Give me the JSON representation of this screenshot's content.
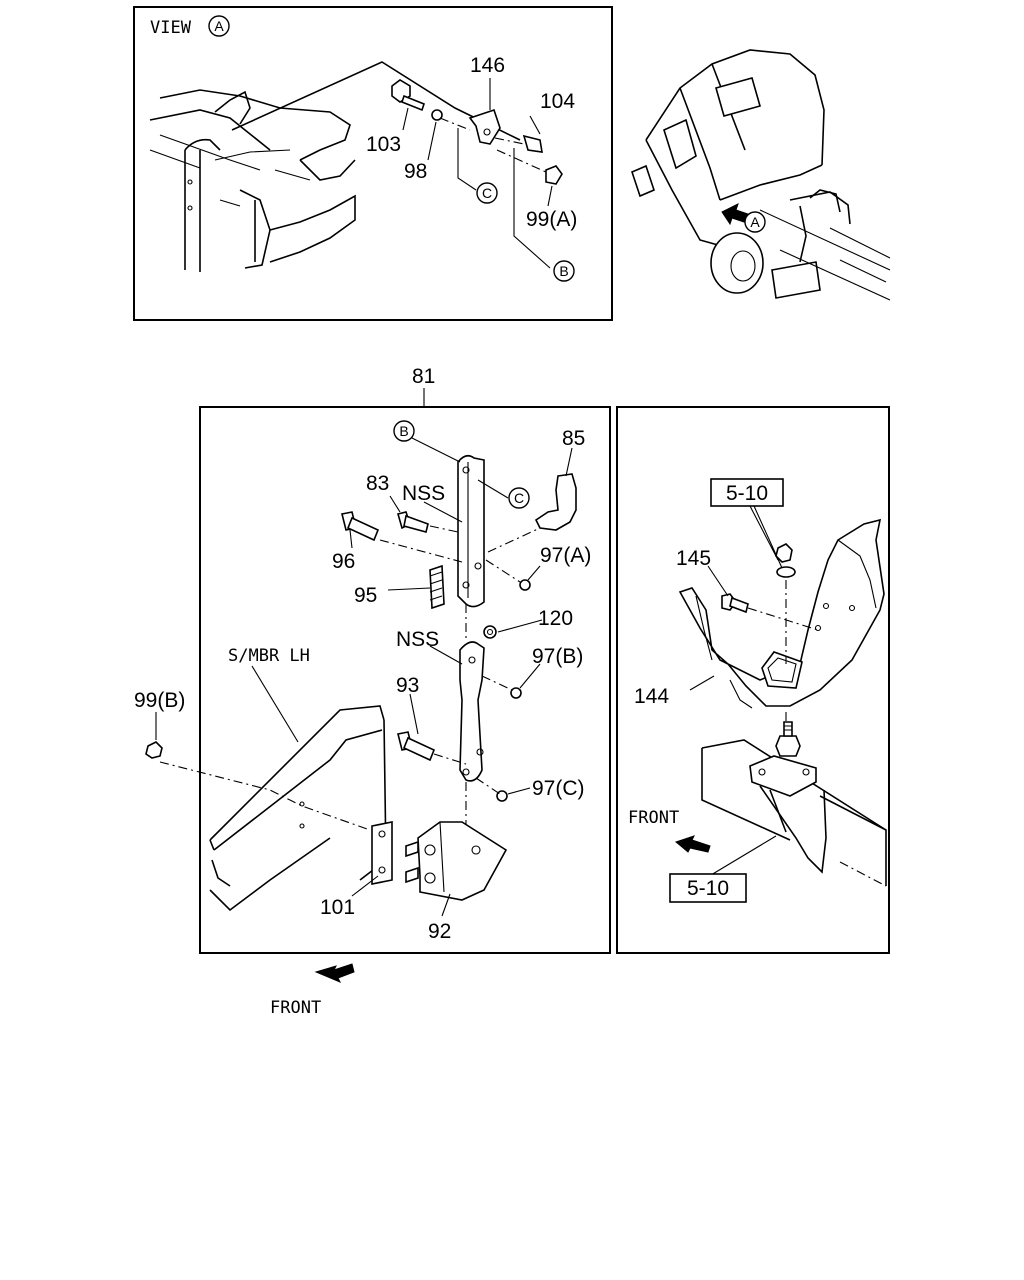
{
  "view_panel": {
    "title": "VIEW",
    "view_marker": "A",
    "callouts": {
      "p146": "146",
      "p104": "104",
      "p103": "103",
      "p98": "98",
      "p99a": "99(A)",
      "c": "C",
      "b": "B"
    },
    "truck_marker": "A"
  },
  "main_panel": {
    "assembly_number": "81",
    "callouts": {
      "b": "B",
      "c": "C",
      "p85": "85",
      "p83": "83",
      "nss_top": "NSS",
      "p96": "96",
      "p97a": "97(A)",
      "p95": "95",
      "p120": "120",
      "nss_mid": "NSS",
      "p97b": "97(B)",
      "p93": "93",
      "smbr": "S/MBR LH",
      "p99b": "99(B)",
      "p97c": "97(C)",
      "p101": "101",
      "p92": "92"
    },
    "front_label": "FRONT"
  },
  "right_panel": {
    "ref_top": "5-10",
    "p145": "145",
    "p144": "144",
    "front_label": "FRONT",
    "ref_bottom": "5-10"
  }
}
